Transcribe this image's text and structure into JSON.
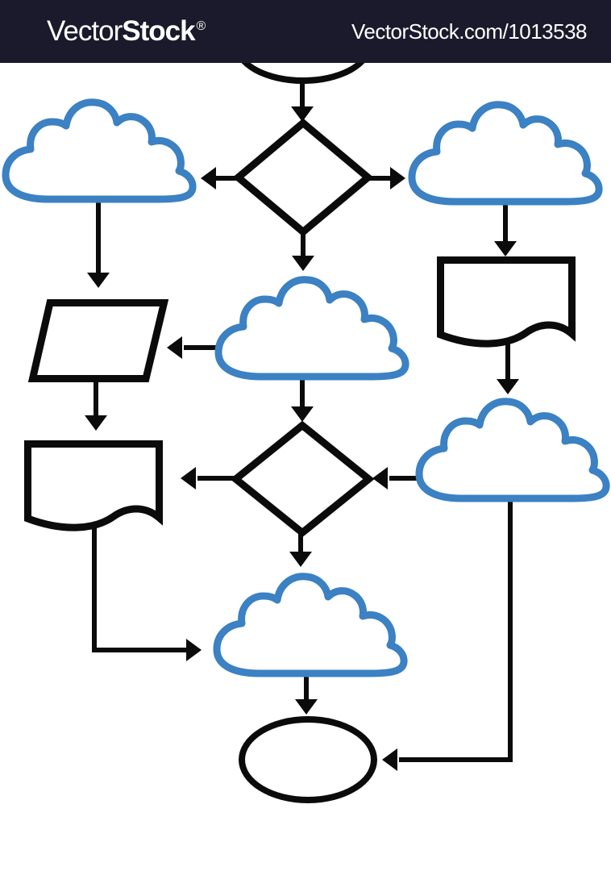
{
  "watermark": {
    "brand_vector": "Vector",
    "brand_stock": "Stock",
    "registered": "®",
    "url_text": "VectorStock.com/1013538"
  },
  "colors": {
    "background": "#ffffff",
    "cloud_stroke": "#3b81c3",
    "shape_stroke": "#0b0b0b",
    "watermark_bar_bg": "#1a1a2c",
    "watermark_text": "#ffffff"
  },
  "diagram": {
    "type": "flowchart",
    "description": "Empty cloud flowchart template with unlabeled shapes",
    "nodes": [
      {
        "id": "start",
        "shape": "ellipse",
        "label": ""
      },
      {
        "id": "decision-1",
        "shape": "diamond",
        "label": ""
      },
      {
        "id": "cloud-top-left",
        "shape": "cloud",
        "label": ""
      },
      {
        "id": "cloud-top-right",
        "shape": "cloud",
        "label": ""
      },
      {
        "id": "parallelogram-input",
        "shape": "parallelogram",
        "label": ""
      },
      {
        "id": "document-left",
        "shape": "document",
        "label": ""
      },
      {
        "id": "cloud-center",
        "shape": "cloud",
        "label": ""
      },
      {
        "id": "document-right",
        "shape": "document",
        "label": ""
      },
      {
        "id": "decision-2",
        "shape": "diamond",
        "label": ""
      },
      {
        "id": "cloud-right-middle",
        "shape": "cloud",
        "label": ""
      },
      {
        "id": "cloud-bottom",
        "shape": "cloud",
        "label": ""
      },
      {
        "id": "end",
        "shape": "ellipse",
        "label": ""
      }
    ],
    "edges": [
      {
        "from": "start",
        "to": "decision-1"
      },
      {
        "from": "decision-1",
        "to": "cloud-top-left"
      },
      {
        "from": "decision-1",
        "to": "cloud-top-right"
      },
      {
        "from": "decision-1",
        "to": "cloud-center"
      },
      {
        "from": "cloud-top-left",
        "to": "parallelogram-input"
      },
      {
        "from": "cloud-center",
        "to": "parallelogram-input"
      },
      {
        "from": "parallelogram-input",
        "to": "document-left"
      },
      {
        "from": "cloud-top-right",
        "to": "document-right"
      },
      {
        "from": "document-right",
        "to": "cloud-right-middle"
      },
      {
        "from": "cloud-center",
        "to": "decision-2"
      },
      {
        "from": "cloud-right-middle",
        "to": "decision-2"
      },
      {
        "from": "decision-2",
        "to": "document-left"
      },
      {
        "from": "decision-2",
        "to": "cloud-bottom"
      },
      {
        "from": "document-left",
        "to": "cloud-bottom"
      },
      {
        "from": "cloud-bottom",
        "to": "end"
      },
      {
        "from": "cloud-right-middle",
        "to": "end"
      }
    ]
  }
}
